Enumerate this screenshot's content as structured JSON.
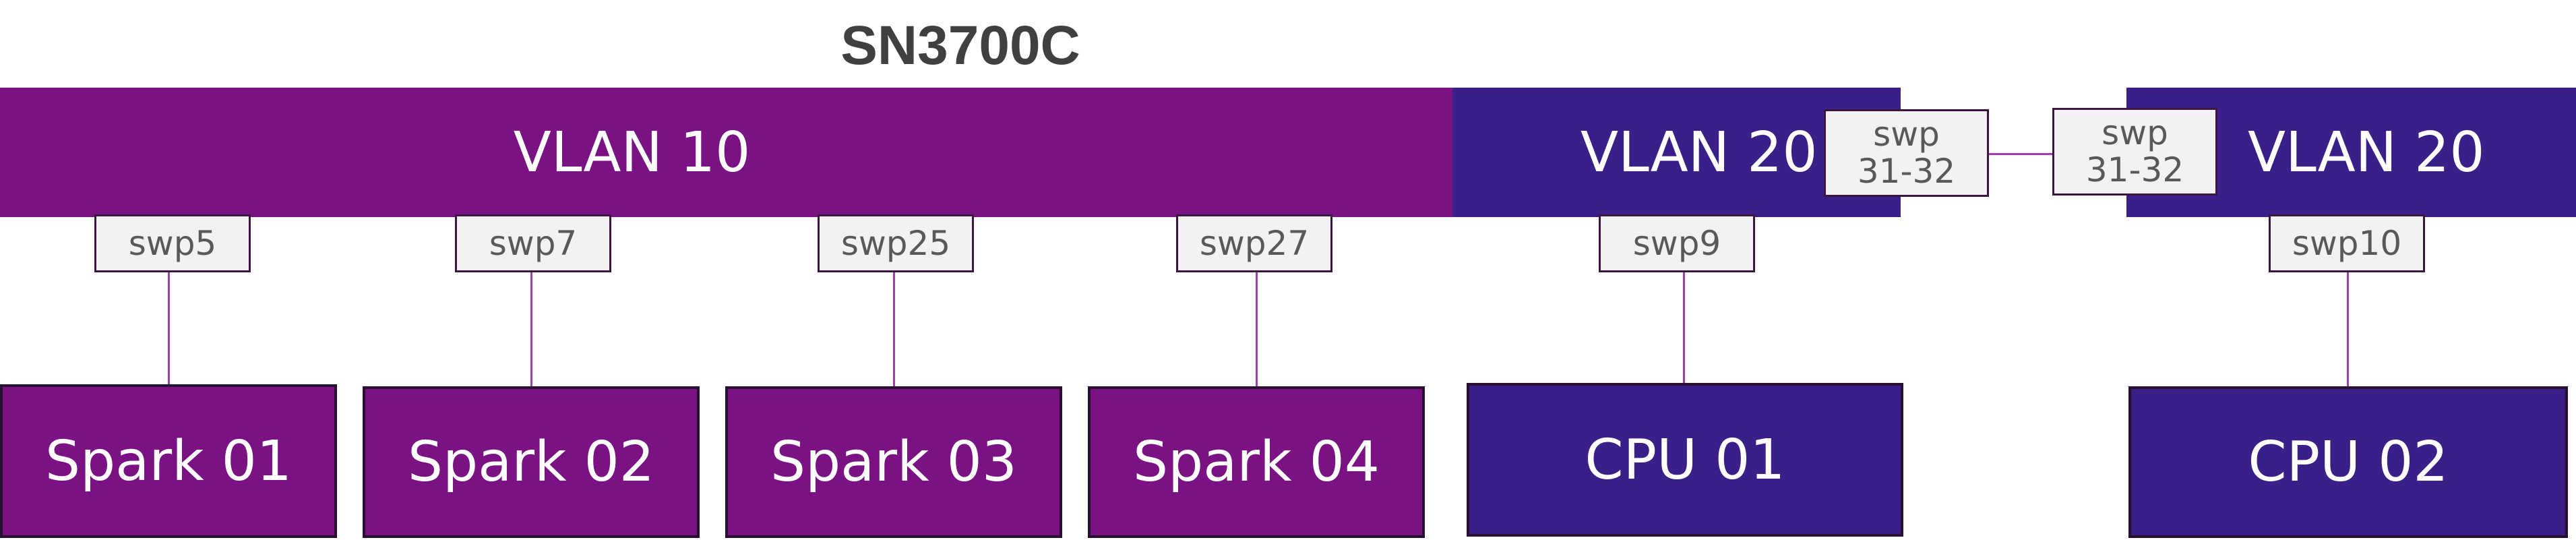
{
  "title": "SN3700C",
  "vlans": {
    "vlan10": "VLAN 10",
    "vlan20_a": "VLAN 20",
    "vlan20_b": "VLAN 20"
  },
  "ports": {
    "swp5": "swp5",
    "swp7": "swp7",
    "swp25": "swp25",
    "swp27": "swp27",
    "swp9": "swp9",
    "swp10": "swp10",
    "uplink_a": "swp\n31-32",
    "uplink_b": "swp\n31-32"
  },
  "nodes": {
    "spark01": "Spark 01",
    "spark02": "Spark 02",
    "spark03": "Spark 03",
    "spark04": "Spark 04",
    "cpu01": "CPU 01",
    "cpu02": "CPU 02"
  },
  "colors": {
    "vlan10": "#7a1283",
    "vlan20": "#3a1f88",
    "link": "#a040b0",
    "port_bg": "#f2f2f2"
  }
}
